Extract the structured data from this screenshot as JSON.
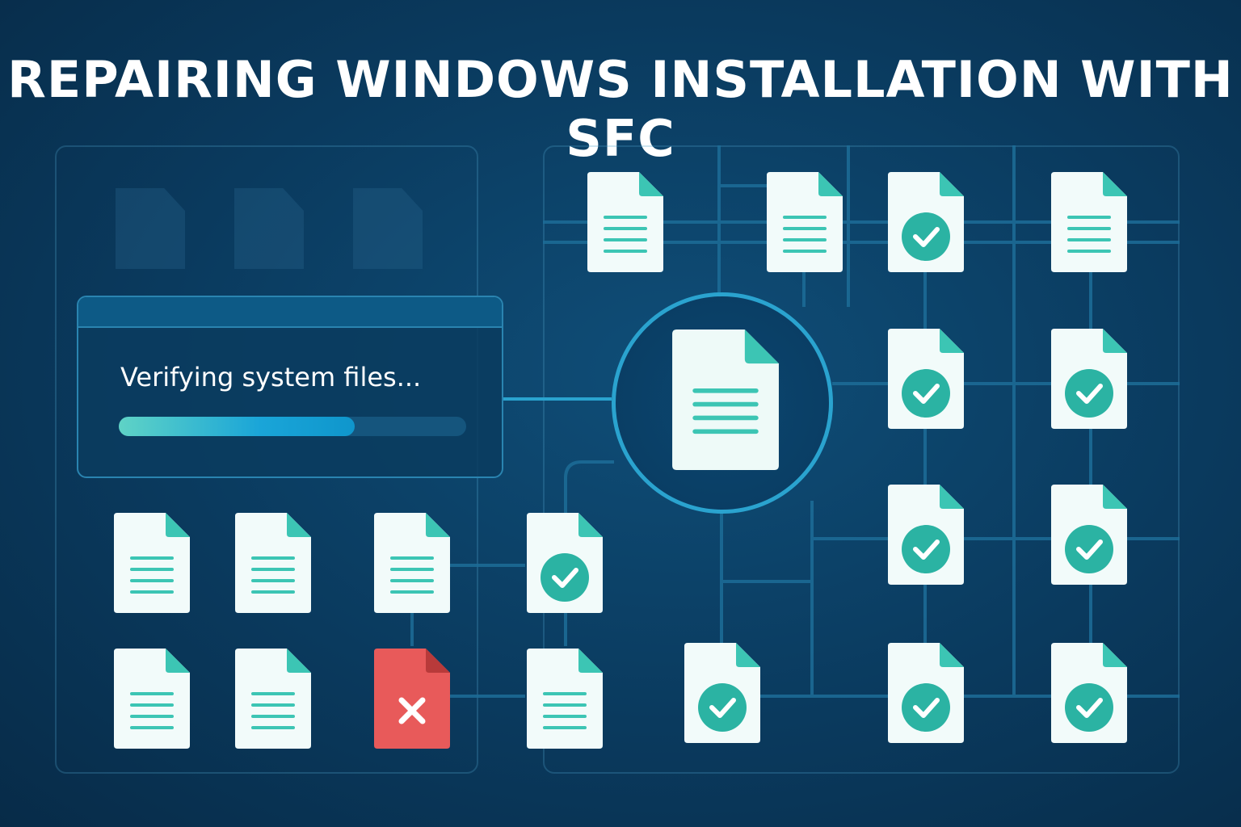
{
  "title": "REPAIRING WINDOWS INSTALLATION WITH SFC",
  "dialog": {
    "status_text": "Verifying system files...",
    "progress": 0.68
  },
  "colors": {
    "accent": "#2aa3cf",
    "teal": "#2bb3a3",
    "error": "#e85a5a",
    "doc": "#f2fbfa"
  },
  "files": {
    "states": [
      "plain",
      "verified",
      "corrupted"
    ]
  }
}
